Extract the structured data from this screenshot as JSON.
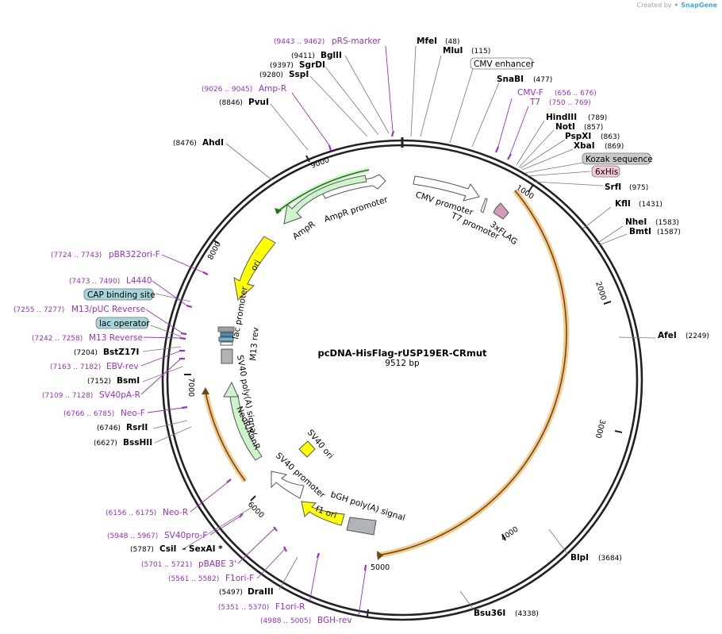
{
  "credit": {
    "prefix": "Created by",
    "brand": "SnapGene"
  },
  "plasmid": {
    "name": "pcDNA-HisFlag-rUSP19ER-CRmut",
    "size": "9512 bp"
  },
  "ticks": [
    "1000",
    "2000",
    "3000",
    "4000",
    "5000",
    "6000",
    "7000",
    "8000",
    "9000"
  ],
  "enzymes": [
    {
      "name": "MfeI",
      "pos": "(48)"
    },
    {
      "name": "MluI",
      "pos": "(115)"
    },
    {
      "name": "SnaBI",
      "pos": "(477)"
    },
    {
      "name": "HindIII",
      "pos": "(789)"
    },
    {
      "name": "NotI",
      "pos": "(857)"
    },
    {
      "name": "PspXI",
      "pos": "(863)"
    },
    {
      "name": "XbaI",
      "pos": "(869)"
    },
    {
      "name": "SrfI",
      "pos": "(975)"
    },
    {
      "name": "KflI",
      "pos": "(1431)"
    },
    {
      "name": "NheI",
      "pos": "(1583)"
    },
    {
      "name": "BmtI",
      "pos": "(1587)"
    },
    {
      "name": "AfeI",
      "pos": "(2249)"
    },
    {
      "name": "BlpI",
      "pos": "(3684)"
    },
    {
      "name": "Bsu36I",
      "pos": "(4338)"
    },
    {
      "name": "DraIII",
      "pos": "(5497)"
    },
    {
      "name": "CsiI",
      "pos": "(5787)",
      "extra": "-  SexAI *"
    },
    {
      "name": "BssHII",
      "pos": "(6627)"
    },
    {
      "name": "RsrII",
      "pos": "(6746)"
    },
    {
      "name": "BsmI",
      "pos": "(7152)"
    },
    {
      "name": "BstZ17I",
      "pos": "(7204)"
    },
    {
      "name": "AhdI",
      "pos": "(8476)"
    },
    {
      "name": "PvuI",
      "pos": "(8846)"
    },
    {
      "name": "SspI",
      "pos": "(9280)"
    },
    {
      "name": "SgrDI",
      "pos": "(9397)"
    },
    {
      "name": "BglII",
      "pos": "(9411)"
    }
  ],
  "primers": [
    {
      "name": "pRS-marker",
      "pos": "(9443 .. 9462)"
    },
    {
      "name": "Amp-R",
      "pos": "(9026 .. 9045)"
    },
    {
      "name": "CMV-F",
      "pos": "(656 .. 676)"
    },
    {
      "name": "T7",
      "pos": "(750 .. 769)"
    },
    {
      "name": "pBR322ori-F",
      "pos": "(7724 .. 7743)"
    },
    {
      "name": "L4440",
      "pos": "(7473 .. 7490)"
    },
    {
      "name": "M13/pUC Reverse",
      "pos": "(7255 .. 7277)"
    },
    {
      "name": "M13 Reverse",
      "pos": "(7242 .. 7258)"
    },
    {
      "name": "EBV-rev",
      "pos": "(7163 .. 7182)"
    },
    {
      "name": "SV40pA-R",
      "pos": "(7109 .. 7128)"
    },
    {
      "name": "Neo-F",
      "pos": "(6766 .. 6785)"
    },
    {
      "name": "Neo-R",
      "pos": "(6156 .. 6175)"
    },
    {
      "name": "SV40pro-F",
      "pos": "(5948 .. 5967)"
    },
    {
      "name": "pBABE 3'",
      "pos": "(5701 .. 5721)"
    },
    {
      "name": "F1ori-F",
      "pos": "(5561 .. 5582)"
    },
    {
      "name": "F1ori-R",
      "pos": "(5351 .. 5370)"
    },
    {
      "name": "BGH-rev",
      "pos": "(4988 .. 5005)"
    }
  ],
  "boxed_features": [
    {
      "name": "CMV enhancer"
    },
    {
      "name": "Kozak sequence"
    },
    {
      "name": "6xHis"
    },
    {
      "name": "CAP binding site"
    },
    {
      "name": "lac operator"
    }
  ],
  "features": {
    "cmv_promoter": "CMV promoter",
    "t7_promoter": "T7 promoter",
    "flag": "3xFLAG",
    "ampr": "AmpR",
    "ampr_promoter": "AmpR promoter",
    "ori": "ori",
    "lac_promoter": "lac promoter",
    "m13_rev": "M13 rev",
    "sv40_polya": "SV40 poly(A) signal",
    "neor": "NeoR/KanR",
    "sv40_ori": "SV40 ori",
    "sv40_promoter": "SV40 promoter",
    "bgh": "bGH poly(A) signal",
    "f1ori": "f1 ori"
  },
  "colors": {
    "primer": "#9b2fc4",
    "orf": "#f7c98a",
    "green_feature": "#ccf5cc",
    "yellow_feature": "#ffff00",
    "gray_feature": "#b0b4b8",
    "kozak_box": "#c9c9c9",
    "his_box": "#f6c8d8",
    "blue_box": "#a6d4dc"
  }
}
